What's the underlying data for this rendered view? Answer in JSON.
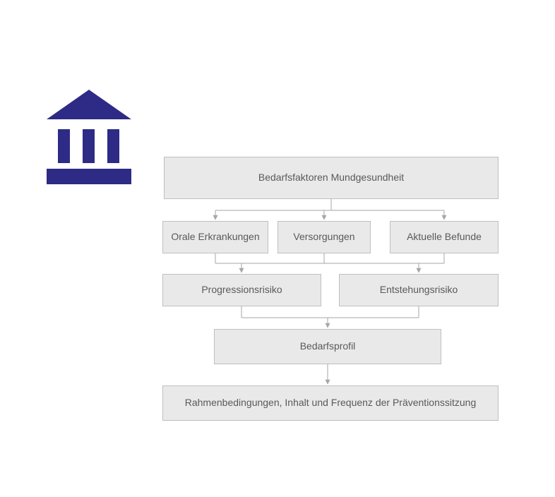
{
  "icon": {
    "name": "bank-icon",
    "color": "#2d2b86"
  },
  "flowchart": {
    "box_fill": "#e9e9e9",
    "box_border": "#bfbfbf",
    "text_color": "#595959",
    "connector_color": "#a6a6a6",
    "nodes": {
      "top": {
        "label": "Bedarfsfaktoren Mundgesundheit"
      },
      "orale": {
        "label": "Orale Erkrankungen"
      },
      "versorgungen": {
        "label": "Versorgungen"
      },
      "befunde": {
        "label": "Aktuelle Befunde"
      },
      "progression": {
        "label": "Progressionsrisiko"
      },
      "entstehung": {
        "label": "Entstehungsrisiko"
      },
      "bedarfsprofil": {
        "label": "Bedarfsprofil"
      },
      "rahmen": {
        "label": "Rahmenbedingungen, Inhalt und Frequenz der Präventionssitzung"
      }
    }
  }
}
